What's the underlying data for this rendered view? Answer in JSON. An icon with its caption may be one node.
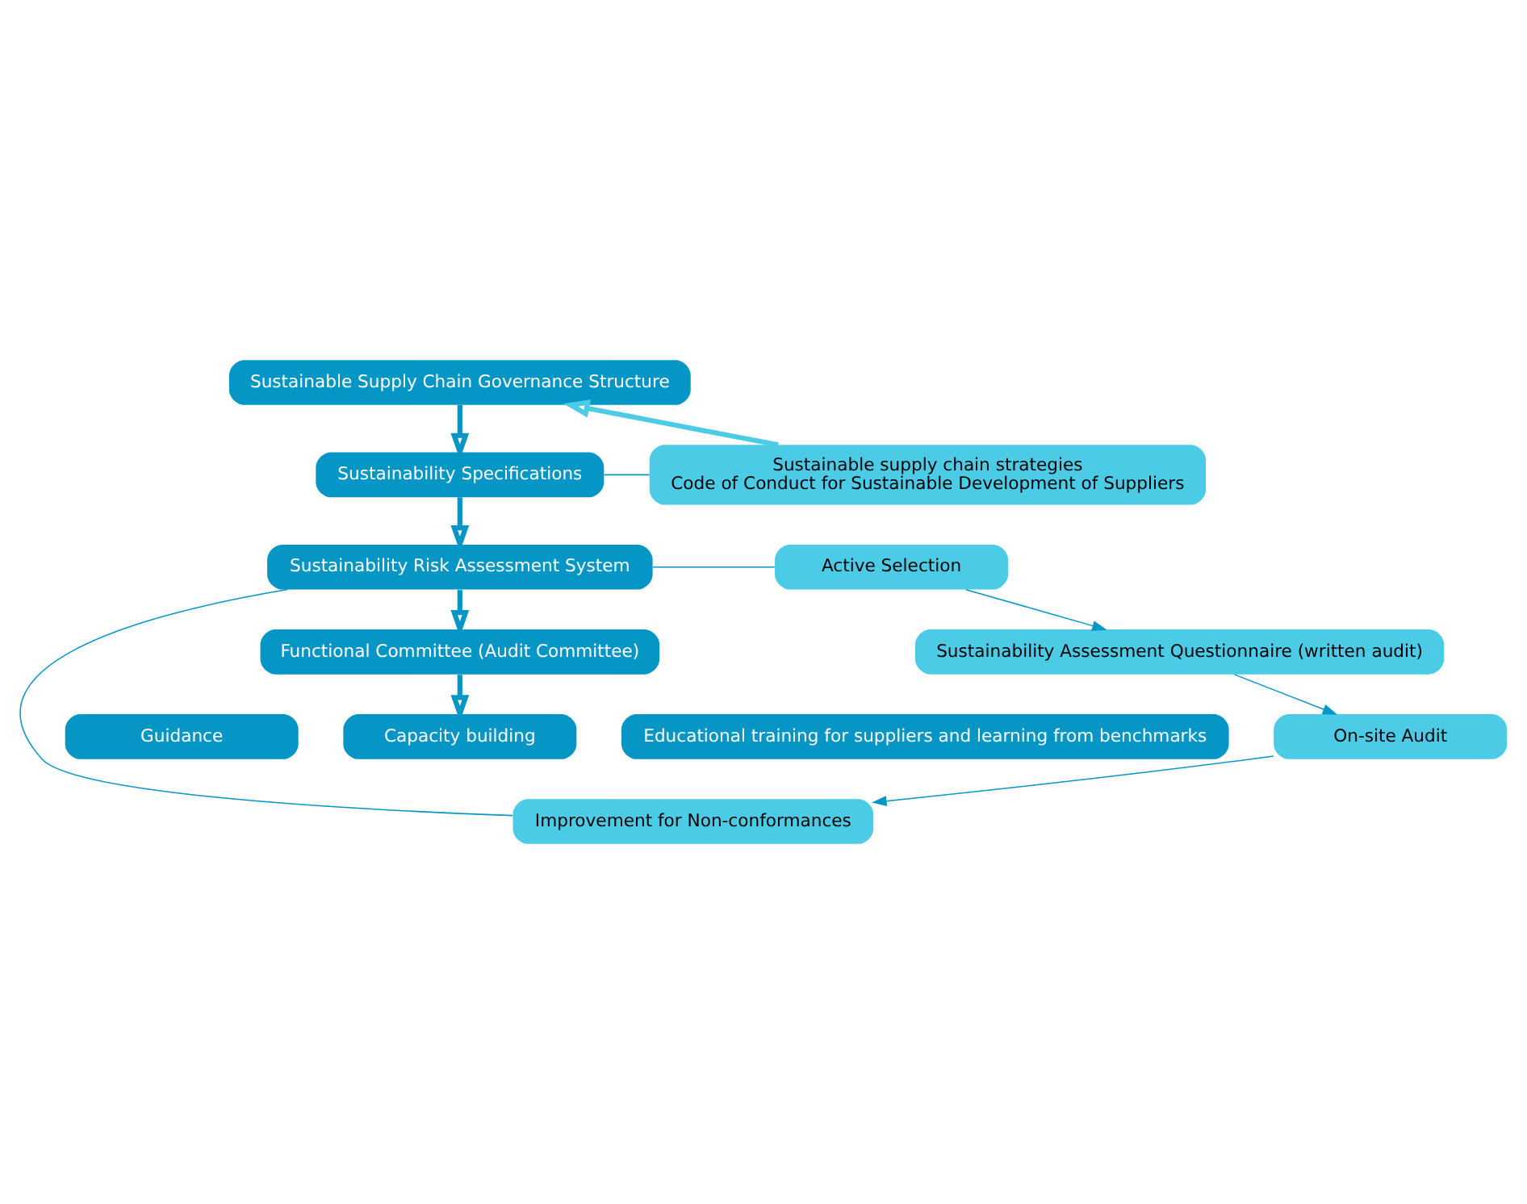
{
  "diagram": {
    "nodes": [
      {
        "text": [
          "Sustainable Supply Chain Governance Structure"
        ]
      },
      {
        "text": [
          "Sustainability Specifications"
        ]
      },
      {
        "text": [
          "Sustainability Risk Assessment System"
        ]
      },
      {
        "text": [
          "Functional Committee (Audit Committee)"
        ]
      },
      {
        "text": [
          "Guidance"
        ]
      },
      {
        "text": [
          "Capacity building"
        ]
      },
      {
        "text": [
          "Educational training for suppliers and learning from benchmarks"
        ]
      },
      {
        "text": [
          "Sustainable supply chain strategies",
          "Code of Conduct for Sustainable Development of Suppliers"
        ]
      },
      {
        "text": [
          "Active Selection"
        ]
      },
      {
        "text": [
          "Sustainability Assessment Questionnaire (written audit)"
        ]
      },
      {
        "text": [
          "On-site Audit"
        ]
      },
      {
        "text": [
          "Improvement for Non-conformances"
        ]
      }
    ],
    "edges": [
      {
        "from": 0,
        "to": 1,
        "arrow": "to",
        "style": "thick"
      },
      {
        "from": 1,
        "to": 2,
        "arrow": "to",
        "style": "thick"
      },
      {
        "from": 2,
        "to": 3,
        "arrow": "to",
        "style": "thick"
      },
      {
        "from": 3,
        "to": 5,
        "arrow": "to",
        "style": "thick"
      },
      {
        "from": 7,
        "to": 0,
        "arrow": "to",
        "style": "thick",
        "color": "#4ccbe6"
      },
      {
        "from": 1,
        "to": 7,
        "arrow": "none"
      },
      {
        "from": 2,
        "to": 8,
        "arrow": "none"
      },
      {
        "from": 2,
        "to": 11,
        "arrow": "none"
      },
      {
        "from": 8,
        "to": 9,
        "arrow": "to"
      },
      {
        "from": 9,
        "to": 10,
        "arrow": "to"
      },
      {
        "from": 10,
        "to": 11,
        "arrow": "to"
      }
    ]
  }
}
